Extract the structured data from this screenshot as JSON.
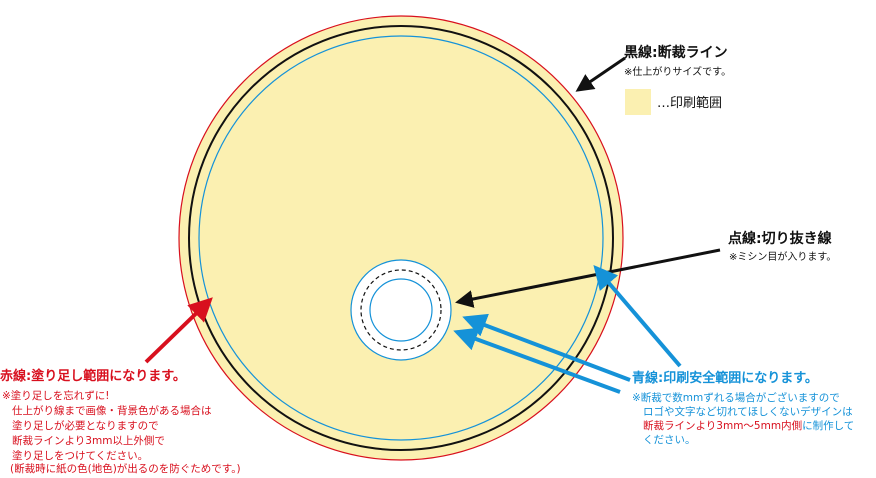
{
  "colors": {
    "print_area": "#fbf0b1",
    "cut_line": "#111111",
    "bleed_line": "#d8101e",
    "safe_line": "#1592d8"
  },
  "legend": {
    "black": {
      "title": "黒線:断裁ライン",
      "note": "※仕上がりサイズです。"
    },
    "print_area": {
      "label": "…印刷範囲"
    },
    "dotted": {
      "title": "点線:切り抜き線",
      "note": "※ミシン目が入ります。"
    },
    "red": {
      "title": "赤線:塗り足し範囲になります。",
      "notes": [
        "※塗り足しを忘れずに!",
        "仕上がり線まで画像・背景色がある場合は",
        "塗り足しが必要となりますので",
        "断裁ラインより3mm以上外側で",
        "塗り足しをつけてください。",
        "(断裁時に紙の色(地色)が出るのを防ぐためです。)"
      ]
    },
    "blue": {
      "title": "青線:印刷安全範囲になります。",
      "line1": "※断裁で数mmずれる場合がございますので",
      "line2": "ロゴや文字など切れてほしくないデザインは",
      "line3_red": "断裁ラインより3mm〜5mm内側",
      "line3_rest": "に制作して",
      "line4": "ください。"
    }
  }
}
